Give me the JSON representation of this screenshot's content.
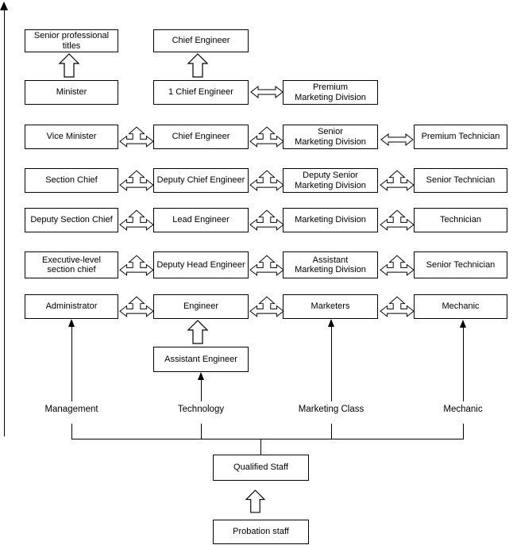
{
  "colors": {
    "line": "#000000",
    "box_bg": "#ffffff",
    "page_bg": "#ffffff"
  },
  "icons": {
    "axis_arrow": "vertical line with solid up arrowhead",
    "up_block_arrow": "hollow upward block arrow",
    "double_horizontal_arrow": "hollow left-right double arrow",
    "three_way_arrow": "hollow left-right-up triple arrow",
    "solid_up_arrow": "thin line with solid up arrowhead"
  },
  "boxes": {
    "senior_professional_titles": "Senior professional titles",
    "chief_engineer_top": "Chief Engineer",
    "minister": "Minister",
    "one_chief_engineer": "1 Chief Engineer",
    "premium_marketing_division": "Premium\nMarketing Division",
    "vice_minister": "Vice Minister",
    "chief_engineer": "Chief Engineer",
    "senior_marketing_division": "Senior\nMarketing Division",
    "premium_technician": "Premium Technician",
    "section_chief": "Section Chief",
    "deputy_chief_engineer": "Deputy Chief Engineer",
    "deputy_senior_marketing_division": "Deputy Senior\nMarketing Division",
    "senior_technician_row4": "Senior Technician",
    "deputy_section_chief": "Deputy Section Chief",
    "lead_engineer": "Lead Engineer",
    "marketing_division": "Marketing Division",
    "technician": "Technician",
    "executive_level_section_chief": "Executive-level\nsection chief",
    "deputy_head_engineer": "Deputy Head Engineer",
    "assistant_marketing_division": "Assistant\nMarketing Division",
    "senior_technician_row6": "Senior Technician",
    "administrator": "Administrator",
    "engineer": "Engineer",
    "marketers": "Marketers",
    "mechanic": "Mechanic",
    "assistant_engineer": "Assistant Engineer",
    "qualified_staff": "Qualified Staff",
    "probation_staff": "Probation staff"
  },
  "categories": {
    "management": "Management",
    "technology": "Technology",
    "marketing_class": "Marketing Class",
    "mechanic": "Mechanic"
  }
}
